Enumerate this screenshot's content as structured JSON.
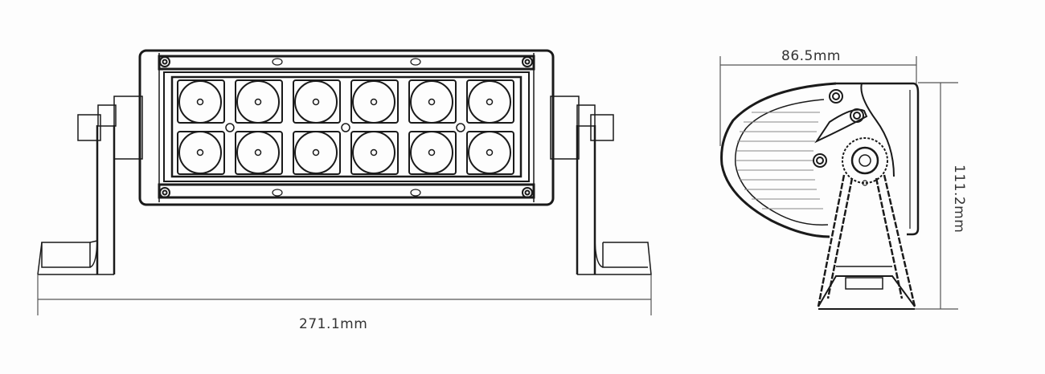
{
  "diagram": {
    "subject": "LED light bar technical drawing",
    "front_view": {
      "led_rows": 2,
      "led_columns": 6,
      "width_label": "271.1mm"
    },
    "side_view": {
      "depth_label": "86.5mm",
      "height_label": "111.2mm"
    },
    "colors": {
      "line": "#1a1a1a",
      "background": "#fdfdfd",
      "dim_line": "#555555"
    }
  }
}
